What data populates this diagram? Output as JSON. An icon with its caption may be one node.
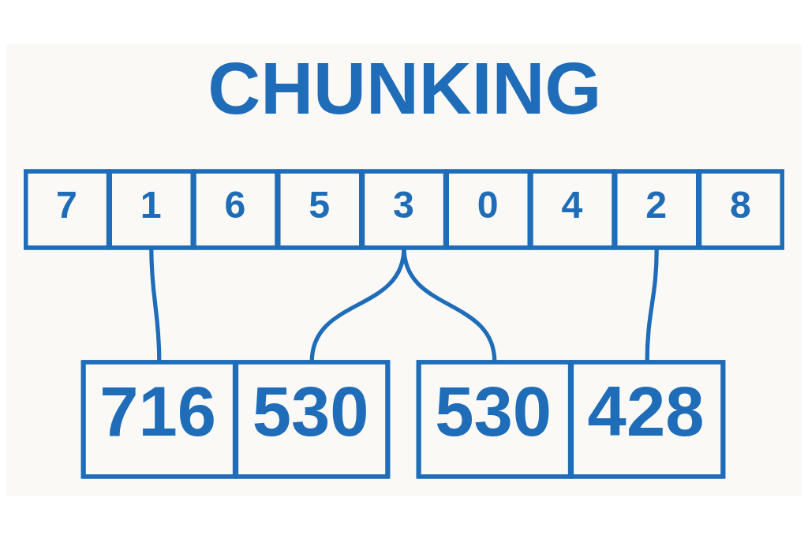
{
  "diagram": {
    "title": "CHUNKING",
    "nodes": [
      {
        "text": [],
        "shape": "box"
      },
      {
        "text": [
          "7"
        ],
        "in": 0
      },
      {
        "text": [
          "1"
        ],
        "in": 0
      },
      {
        "text": [
          "6"
        ],
        "in": 0
      },
      {
        "text": [
          "5"
        ],
        "in": 0
      },
      {
        "text": [
          "3"
        ],
        "in": 0
      },
      {
        "text": [
          "0"
        ],
        "in": 0
      },
      {
        "text": [
          "4"
        ],
        "in": 0
      },
      {
        "text": [
          "2"
        ],
        "in": 0
      },
      {
        "text": [
          "8"
        ],
        "in": 0
      },
      {
        "text": [],
        "shape": "box"
      },
      {
        "text": [
          "716"
        ],
        "in": 10
      },
      {
        "text": [
          "530"
        ],
        "in": 10
      },
      {
        "text": [],
        "shape": "box"
      },
      {
        "text": [
          "530"
        ],
        "in": 13
      },
      {
        "text": [
          "428"
        ],
        "in": 13
      }
    ],
    "edges": [
      {
        "from": 2,
        "to": 11,
        "arrow": "none"
      },
      {
        "from": 5,
        "to": 12,
        "arrow": "none"
      },
      {
        "from": 5,
        "to": 14,
        "arrow": "none"
      },
      {
        "from": 8,
        "to": 15,
        "arrow": "none"
      }
    ]
  }
}
